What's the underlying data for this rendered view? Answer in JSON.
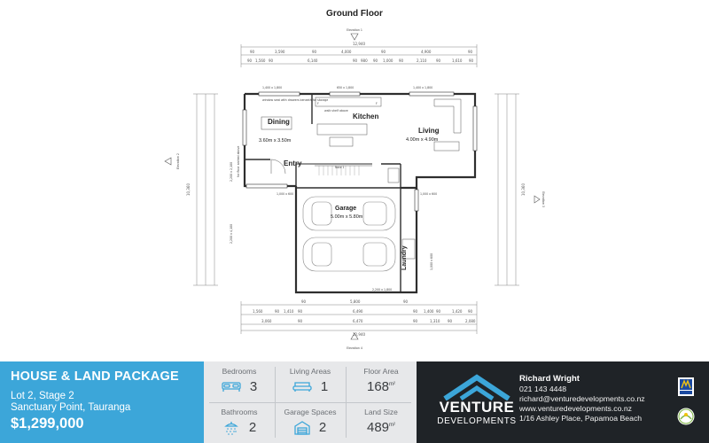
{
  "plan": {
    "title": "Ground Floor",
    "elevations": [
      "Elevation 1",
      "Elevation 2",
      "Elevation 3",
      "Elevation 4"
    ],
    "overall_width": "12,940",
    "overall_depth": "10,360",
    "top_dims_row1": [
      "90",
      "3,590",
      "90",
      "4,000",
      "90",
      "4,900",
      "90"
    ],
    "top_dims_row2": [
      "90",
      "1,560",
      "90",
      "6,140",
      "90",
      "980",
      "90",
      "1,000",
      "90",
      "2,110",
      "90",
      "1,610",
      "90"
    ],
    "bottom_dims_row1": [
      "90",
      "5,800",
      "90"
    ],
    "bottom_dims_row2": [
      "1,560",
      "90",
      "1,410",
      "90",
      "6,490",
      "90",
      "1,400",
      "90",
      "1,420",
      "90"
    ],
    "bottom_dims_row3": [
      "3,060",
      "90",
      "6,470",
      "90",
      "1,310",
      "90",
      "2,080"
    ],
    "window_sizes": [
      "1,400 x 1,800",
      "650 x 1,800",
      "1,400 x 1,800",
      "1,000 x 600",
      "1,000 x 600",
      "2,200 x 1,800",
      "1,000 x 600",
      "2,200 x 2,100",
      "2,200 x 4,100"
    ],
    "rooms": [
      {
        "name": "Dining",
        "size": "3.60m x 3.50m"
      },
      {
        "name": "Kitchen",
        "size": ""
      },
      {
        "name": "Living",
        "size": "4.00m x 4.90m"
      },
      {
        "name": "Entry",
        "size": ""
      },
      {
        "name": "Garage",
        "size": "5.00m x 5.80m"
      },
      {
        "name": "Laundry",
        "size": ""
      }
    ],
    "notes": [
      "window seat with drawers beneath for storage",
      "for floor arched above",
      "Note 1",
      "walk shelf above",
      "F",
      "F"
    ]
  },
  "package": {
    "title": "HOUSE & LAND PACKAGE",
    "lot": "Lot 2, Stage 2",
    "location": "Sanctuary Point, Tauranga",
    "price": "$1,299,000"
  },
  "stats": {
    "bedrooms": {
      "label": "Bedrooms",
      "value": "3",
      "icon": "bed-icon"
    },
    "living_areas": {
      "label": "Living Areas",
      "value": "1",
      "icon": "sofa-icon"
    },
    "floor_area": {
      "label": "Floor Area",
      "value": "168",
      "unit": "m²"
    },
    "bathrooms": {
      "label": "Bathrooms",
      "value": "2",
      "icon": "shower-icon"
    },
    "garage_spaces": {
      "label": "Garage Spaces",
      "value": "2",
      "icon": "garage-icon"
    },
    "land_size": {
      "label": "Land Size",
      "value": "489",
      "unit": "m²"
    }
  },
  "brand": {
    "name_line1": "VENTURE",
    "name_line2": "DEVELOPMENTS",
    "accent": "#3ca6d9"
  },
  "contact": {
    "name": "Richard Wright",
    "phone": "021 143 4448",
    "email": "richard@venturedevelopments.co.nz",
    "website": "www.venturedevelopments.co.nz",
    "address": "1/16 Ashley Place, Papamoa Beach"
  }
}
